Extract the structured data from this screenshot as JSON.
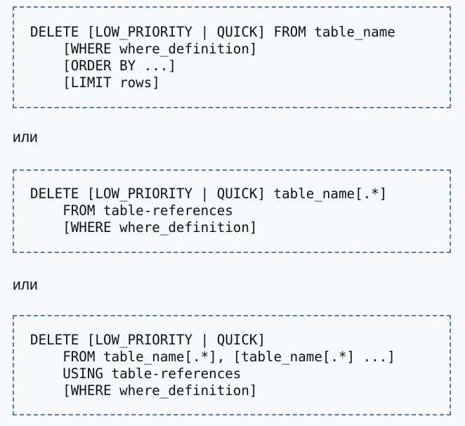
{
  "blocks": [
    {
      "code": "DELETE [LOW_PRIORITY | QUICK] FROM table_name\n    [WHERE where_definition]\n    [ORDER BY ...]\n    [LIMIT rows]"
    },
    {
      "code": "DELETE [LOW_PRIORITY | QUICK] table_name[.*]\n    FROM table-references\n    [WHERE where_definition]"
    },
    {
      "code": "DELETE [LOW_PRIORITY | QUICK]\n    FROM table_name[.*], [table_name[.*] ...]\n    USING table-references\n    [WHERE where_definition]"
    }
  ],
  "separators": [
    "или",
    "или"
  ]
}
